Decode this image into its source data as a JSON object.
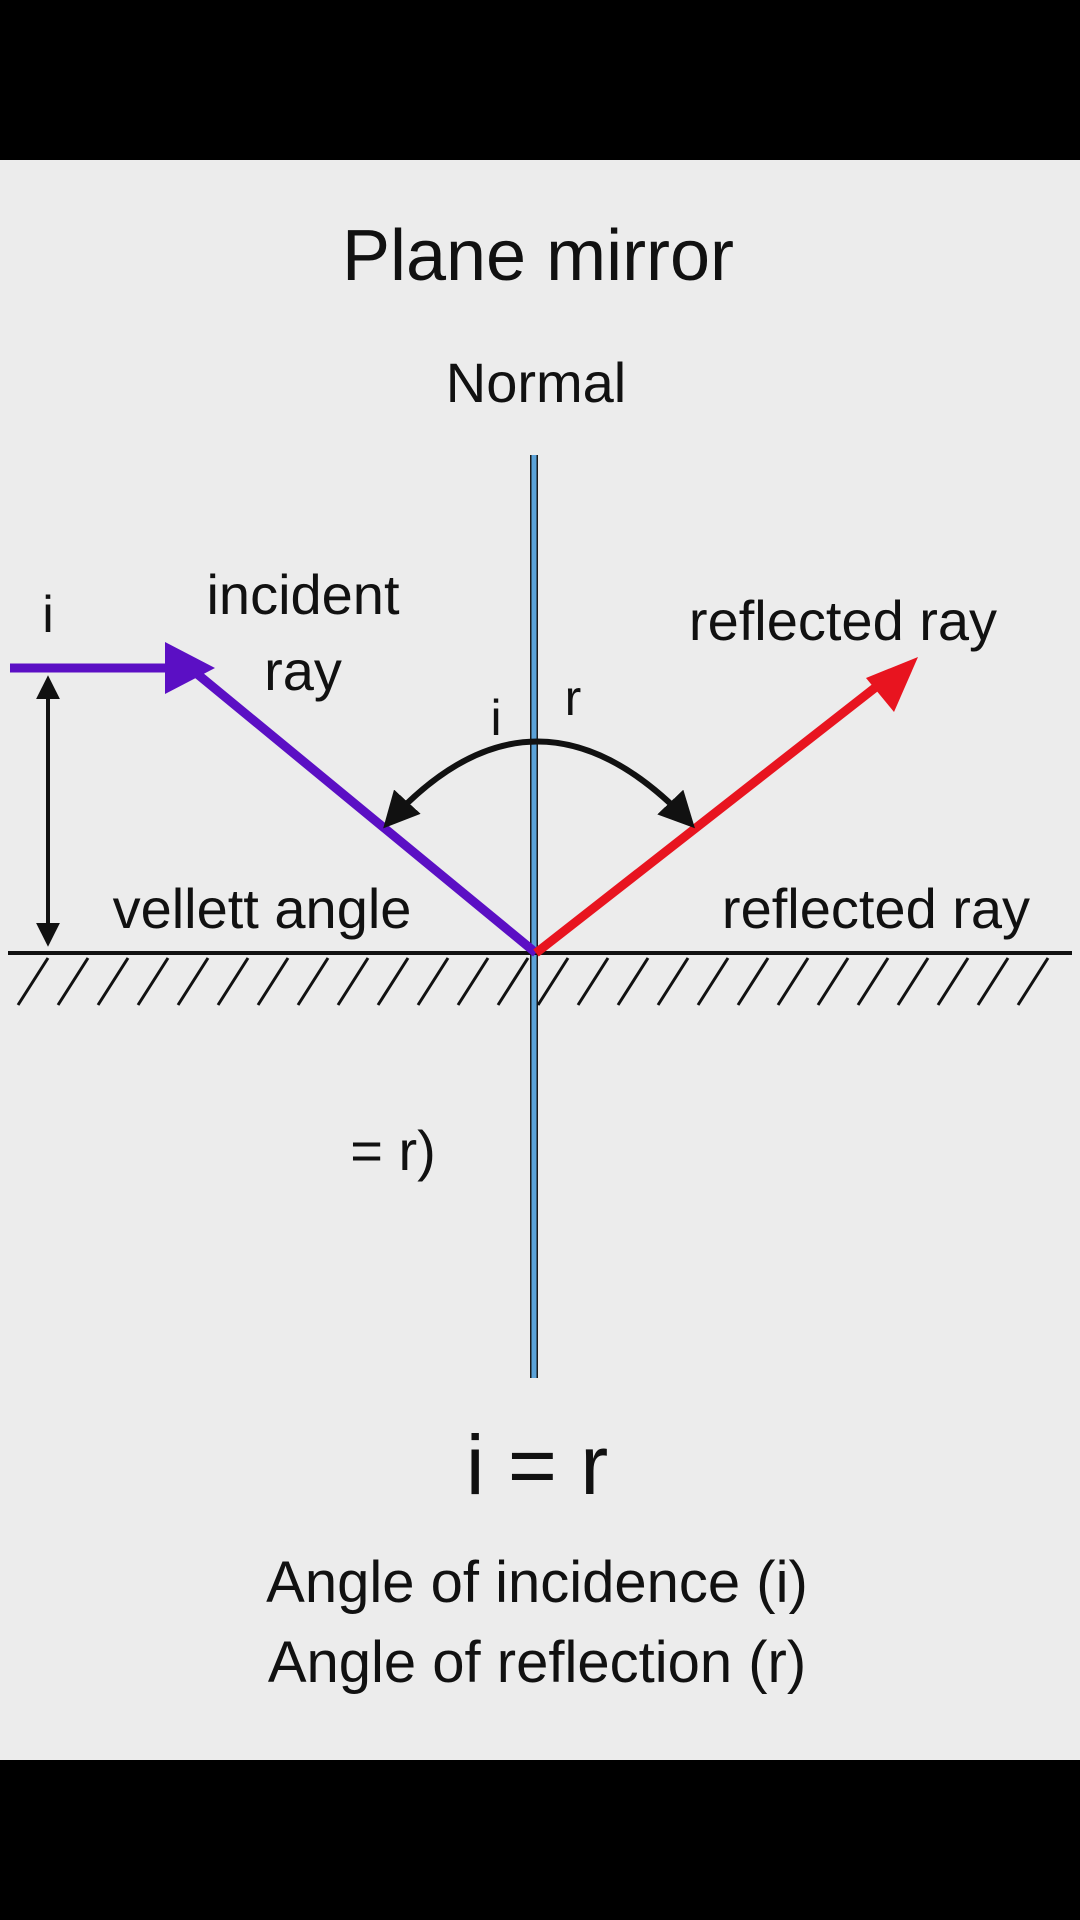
{
  "title": "Plane mirror",
  "normal_label": "Normal",
  "incident_label": {
    "line1": "incident",
    "line2": "ray"
  },
  "reflected_label_top": "reflected ray",
  "reflected_label_side": "reflected ray",
  "height_marker_label": "i",
  "angle_i_label": "i",
  "angle_r_label": "r",
  "vellett_label": "vellett angle",
  "equals_fragment": "= r)",
  "law": "i = r",
  "legend": {
    "line1": "Angle of incidence (i)",
    "line2": "Angle of reflection (r)"
  },
  "colors": {
    "background": "#ececec",
    "letterbox": "#000000",
    "incident_ray": "#5b0fc4",
    "reflected_ray": "#e8141f",
    "normal_line": "#5aa2d8",
    "ink": "#111111"
  }
}
